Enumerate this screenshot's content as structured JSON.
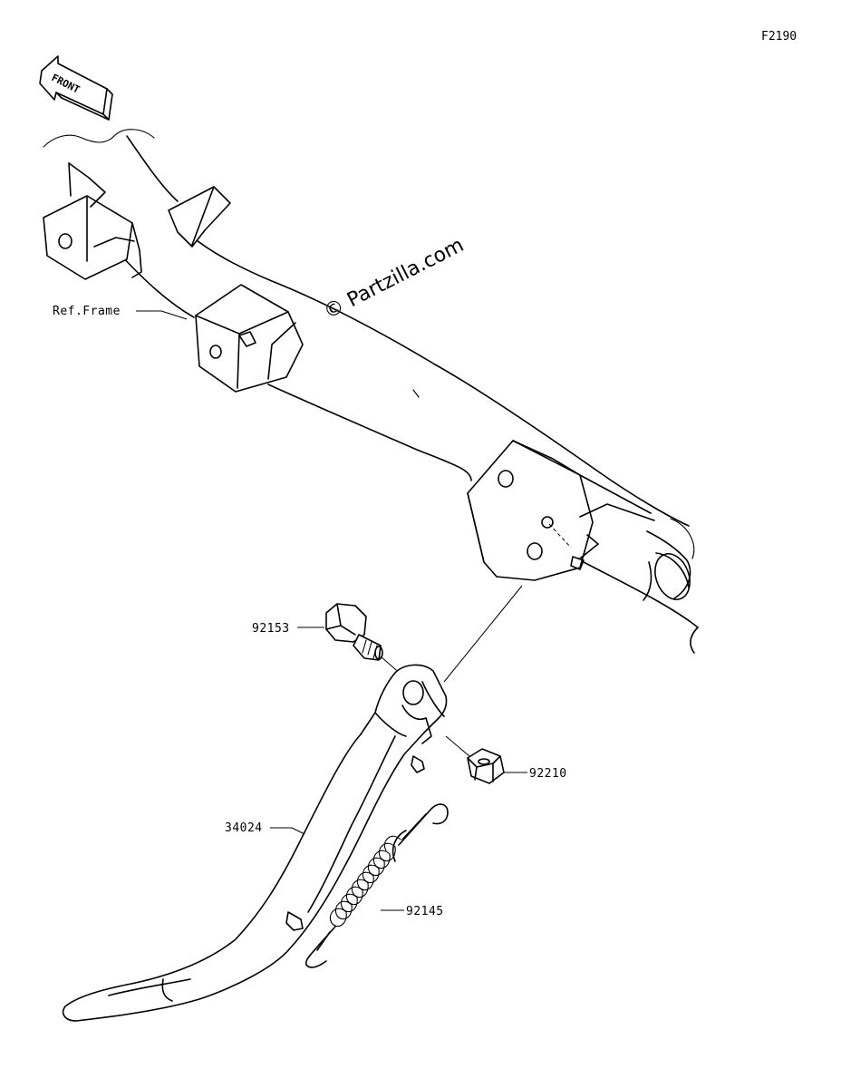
{
  "figure_code": "F2190",
  "front_label": "FRONT",
  "watermark": "© Partzilla.com",
  "ref_label": "Ref.Frame",
  "parts": [
    {
      "number": "92153",
      "name": "bolt"
    },
    {
      "number": "92210",
      "name": "nut"
    },
    {
      "number": "34024",
      "name": "stand"
    },
    {
      "number": "92145",
      "name": "spring"
    }
  ]
}
